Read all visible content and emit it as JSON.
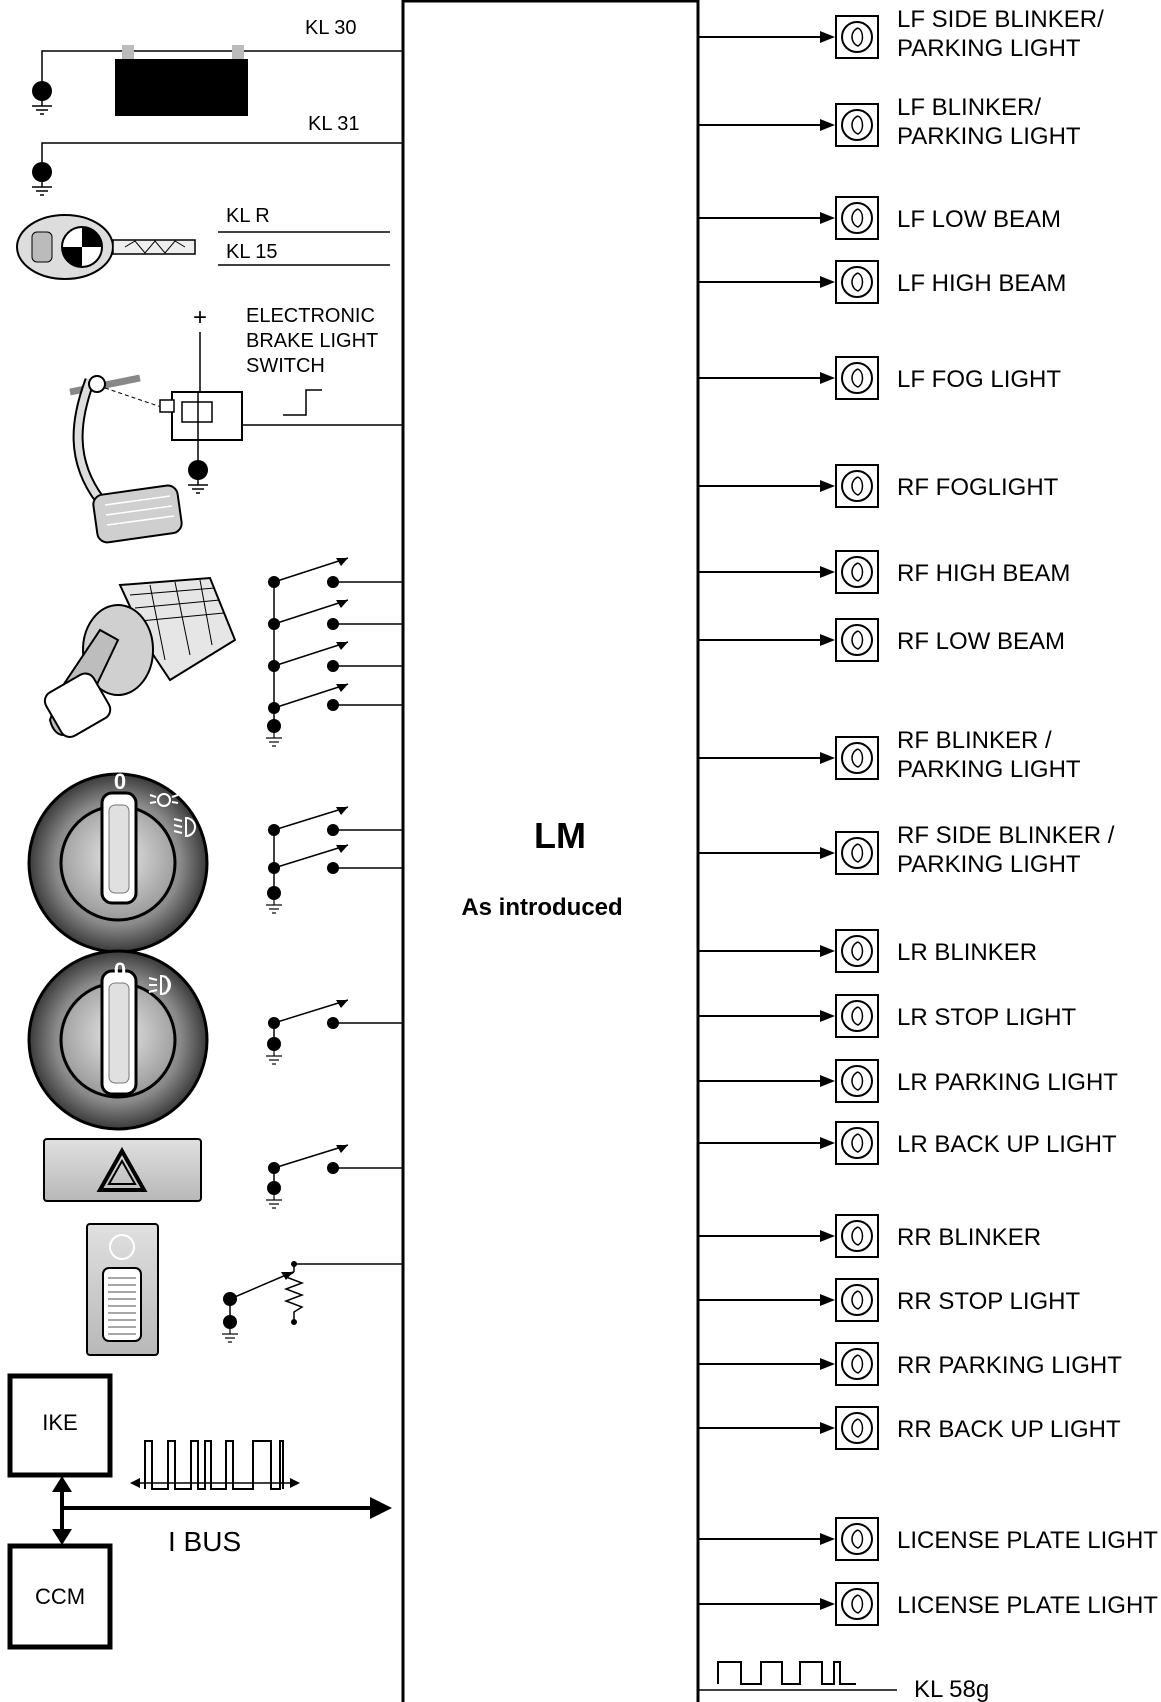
{
  "module": {
    "name": "LM",
    "subtitle": "As introduced"
  },
  "inputs": {
    "kl30": "KL 30",
    "kl31": "KL 31",
    "klr": "KL R",
    "kl15": "KL 15",
    "brake_plus": "+",
    "brake_switch": [
      "ELECTRONIC",
      "BRAKE LIGHT",
      "SWITCH"
    ],
    "headlight_zero": "0",
    "fog_zero": "0"
  },
  "bus": {
    "ike": "IKE",
    "ccm": "CCM",
    "label": "I BUS",
    "kl58g": "KL 58g"
  },
  "outputs": [
    {
      "lines": [
        "LF SIDE BLINKER/",
        "PARKING LIGHT"
      ]
    },
    {
      "lines": [
        "LF BLINKER/",
        "PARKING LIGHT"
      ]
    },
    {
      "lines": [
        "LF LOW BEAM"
      ]
    },
    {
      "lines": [
        "LF HIGH BEAM"
      ]
    },
    {
      "lines": [
        "LF FOG LIGHT"
      ]
    },
    {
      "lines": [
        "RF FOGLIGHT"
      ]
    },
    {
      "lines": [
        "RF HIGH BEAM"
      ]
    },
    {
      "lines": [
        "RF LOW BEAM"
      ]
    },
    {
      "lines": [
        "RF BLINKER /",
        "PARKING LIGHT"
      ]
    },
    {
      "lines": [
        "RF SIDE BLINKER /",
        "PARKING LIGHT"
      ]
    },
    {
      "lines": [
        "LR BLINKER"
      ]
    },
    {
      "lines": [
        "LR STOP LIGHT"
      ]
    },
    {
      "lines": [
        "LR PARKING LIGHT"
      ]
    },
    {
      "lines": [
        "LR BACK UP LIGHT"
      ]
    },
    {
      "lines": [
        "RR BLINKER"
      ]
    },
    {
      "lines": [
        "RR STOP LIGHT"
      ]
    },
    {
      "lines": [
        "RR PARKING LIGHT"
      ]
    },
    {
      "lines": [
        "RR BACK UP LIGHT"
      ]
    },
    {
      "lines": [
        "LICENSE PLATE LIGHT"
      ]
    },
    {
      "lines": [
        "LICENSE PLATE LIGHT"
      ]
    }
  ]
}
